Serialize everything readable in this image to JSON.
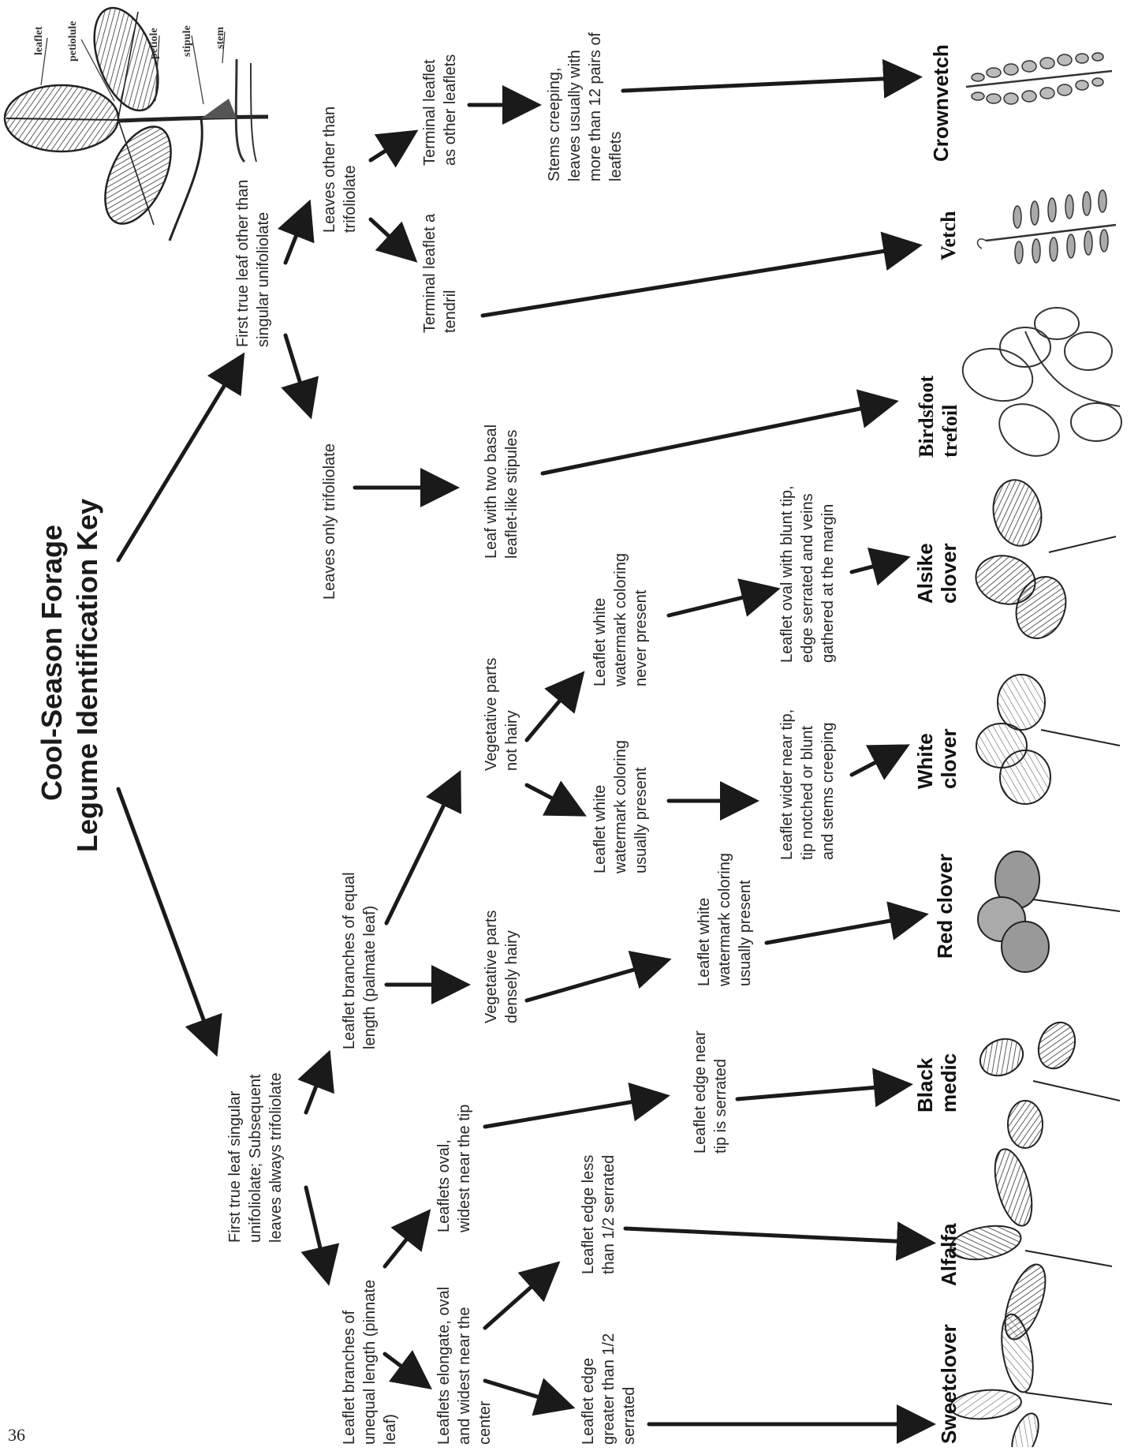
{
  "title": {
    "line1": "Cool-Season Forage",
    "line2": "Legume Identification Key"
  },
  "page_number": "36",
  "leaf_parts": {
    "leaflet": "leaflet",
    "petiolule": "petiolule",
    "petiole": "petiole",
    "stipule": "stipule",
    "stem": "stem"
  },
  "nodes": {
    "first_true_other": "First true leaf other than\nsingular unifoliolate",
    "first_true_singular": "First true leaf singular\nunifoliolate; Subsequent\nleaves always trifoliolate",
    "leaves_other_than_trifoliolate": "Leaves other than\ntrifoliolate",
    "leaves_only_trifoliolate": "Leaves only trifoliolate",
    "terminal_as_other": "Terminal leaflet\nas other leaflets",
    "terminal_tendril": "Terminal leaflet a\ntendril",
    "stems_creeping": "Stems creeping,\nleaves usually with\nmore than 12 pairs of\nleaflets",
    "two_basal": "Leaf with two basal\nleaflet-like stipules",
    "palmate": "Leaflet branches of equal\nlength (palmate leaf)",
    "pinnate": "Leaflet branches of\nunequal length (pinnate\nleaf)",
    "not_hairy": "Vegetative parts\nnot hairy",
    "densely_hairy": "Vegetative parts\ndensely hairy",
    "watermark_never": "Leaflet white\nwatermark coloring\nnever present",
    "watermark_usually_1": "Leaflet white\nwatermark coloring\nusually present",
    "watermark_usually_2": "Leaflet white\nwatermark coloring\nusually present",
    "oval_blunt": "Leaflet oval with blunt tip,\nedge serrated and veins\ngathered at the margin",
    "wider_near_tip": "Leaflet wider near tip,\ntip notched or blunt\nand stems creeping",
    "oval_widest_tip": "Leaflets oval,\nwidest near the tip",
    "elongate": "Leaflets elongate, oval\nand widest near the\ncenter",
    "edge_near_tip": "Leaflet edge near\ntip is serrated",
    "edge_less_half": "Leaflet edge less\nthan 1/2 serrated",
    "edge_greater_half": "Leaflet edge\ngreater than 1/2\nserrated"
  },
  "species": {
    "crownvetch": "Crownvetch",
    "vetch": "Vetch",
    "birdsfoot": "Birdsfoot\ntrefoil",
    "alsike": "Alsike\nclover",
    "white": "White\nclover",
    "red": "Red clover",
    "black_medic": "Black\nmedic",
    "alfalfa": "Alfalfa",
    "sweetclover": "Sweetclover"
  }
}
